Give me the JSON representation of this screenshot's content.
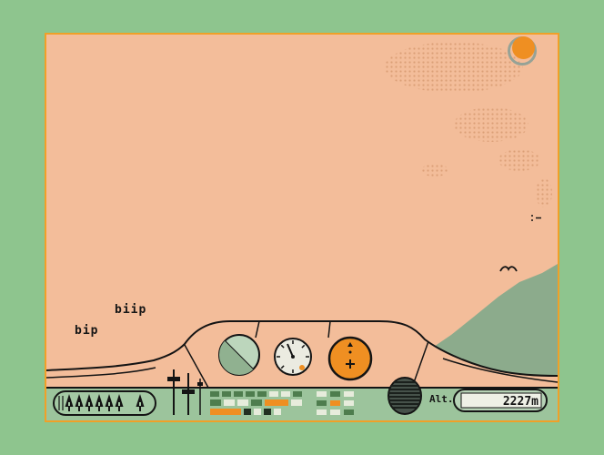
{
  "palette": {
    "desktop_green": "#8ec58e",
    "frame_orange": "#f0a028",
    "sky_peach": "#f3bd9a",
    "sun_orange": "#ef8f22",
    "cloud_dither": "#d79a72",
    "hill_green": "#8cab8c",
    "console_green": "#9cc49c",
    "radar_glass_green": "#bcd6bc",
    "radar_shadow_green": "#90b190",
    "dial_ivory": "#ebebe1",
    "compass_orange": "#ef8f22",
    "indicator_green": "#4e7d4e",
    "indicator_pale": "#e7ecdc",
    "indicator_orange": "#ef8f22",
    "outline_black": "#141414"
  },
  "sky": {
    "sound_effects": [
      "biip",
      "bip"
    ]
  },
  "hud": {
    "altimeter": {
      "label": "Alt.",
      "value": "2227m"
    },
    "missiles": {
      "left_group_count": 6,
      "right_group_count": 1
    }
  },
  "icons": {
    "sun": "sun-icon",
    "bird": "bird-icon",
    "distant_bird": "distant-bird-icon",
    "missile": "missile-icon",
    "throttle": "throttle-lever",
    "radar": "radar-gauge",
    "clock": "clock-gauge",
    "compass": "compass-gauge",
    "grille": "speaker-grille-icon",
    "altimeter_display": "altimeter-display"
  }
}
